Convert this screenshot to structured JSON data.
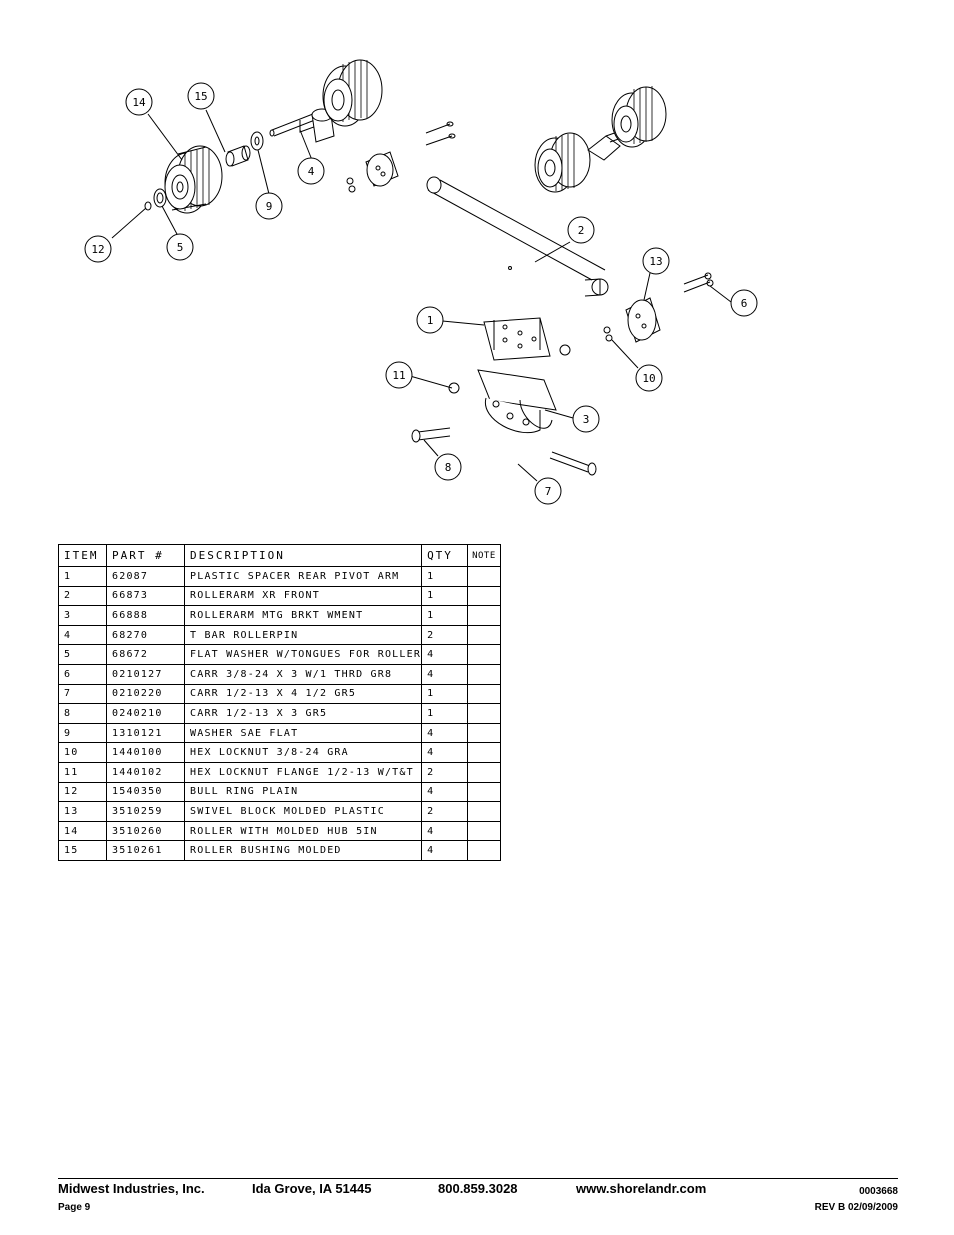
{
  "diagram": {
    "callouts": [
      "1",
      "2",
      "3",
      "4",
      "5",
      "6",
      "7",
      "8",
      "9",
      "10",
      "11",
      "12",
      "13",
      "14",
      "15"
    ]
  },
  "table": {
    "headers": [
      "ITEM",
      "PART #",
      "DESCRIPTION",
      "QTY",
      "NOTE"
    ],
    "rows": [
      {
        "item": "1",
        "part": "62087",
        "desc": "PLASTIC SPACER REAR PIVOT ARM",
        "qty": "1",
        "note": ""
      },
      {
        "item": "2",
        "part": "66873",
        "desc": "ROLLERARM XR FRONT",
        "qty": "1",
        "note": ""
      },
      {
        "item": "3",
        "part": "66888",
        "desc": "ROLLERARM MTG BRKT WMENT",
        "qty": "1",
        "note": ""
      },
      {
        "item": "4",
        "part": "68270",
        "desc": "T BAR ROLLERPIN",
        "qty": "2",
        "note": ""
      },
      {
        "item": "5",
        "part": "68672",
        "desc": "FLAT WASHER W/TONGUES FOR ROLLER",
        "qty": "4",
        "note": ""
      },
      {
        "item": "6",
        "part": "0210127",
        "desc": "CARR 3/8-24 X 3 W/1 THRD GR8",
        "qty": "4",
        "note": ""
      },
      {
        "item": "7",
        "part": "0210220",
        "desc": "CARR 1/2-13 X 4 1/2 GR5",
        "qty": "1",
        "note": ""
      },
      {
        "item": "8",
        "part": "0240210",
        "desc": "CARR 1/2-13 X 3 GR5",
        "qty": "1",
        "note": ""
      },
      {
        "item": "9",
        "part": "1310121",
        "desc": "WASHER SAE FLAT",
        "qty": "4",
        "note": ""
      },
      {
        "item": "10",
        "part": "1440100",
        "desc": "HEX LOCKNUT 3/8-24 GRA",
        "qty": "4",
        "note": ""
      },
      {
        "item": "11",
        "part": "1440102",
        "desc": "HEX LOCKNUT FLANGE 1/2-13 W/T&T",
        "qty": "2",
        "note": ""
      },
      {
        "item": "12",
        "part": "1540350",
        "desc": "BULL RING PLAIN",
        "qty": "4",
        "note": ""
      },
      {
        "item": "13",
        "part": "3510259",
        "desc": "SWIVEL BLOCK MOLDED PLASTIC",
        "qty": "2",
        "note": ""
      },
      {
        "item": "14",
        "part": "3510260",
        "desc": "ROLLER WITH MOLDED HUB  5IN",
        "qty": "4",
        "note": ""
      },
      {
        "item": "15",
        "part": "3510261",
        "desc": "ROLLER BUSHING MOLDED",
        "qty": "4",
        "note": ""
      }
    ]
  },
  "footer": {
    "company": "Midwest Industries, Inc.",
    "location": "Ida Grove, IA  51445",
    "phone": "800.859.3028",
    "website": "www.shorelandr.com",
    "doc_number": "0003668",
    "page": "Page 9",
    "revision": "REV B  02/09/2009"
  }
}
